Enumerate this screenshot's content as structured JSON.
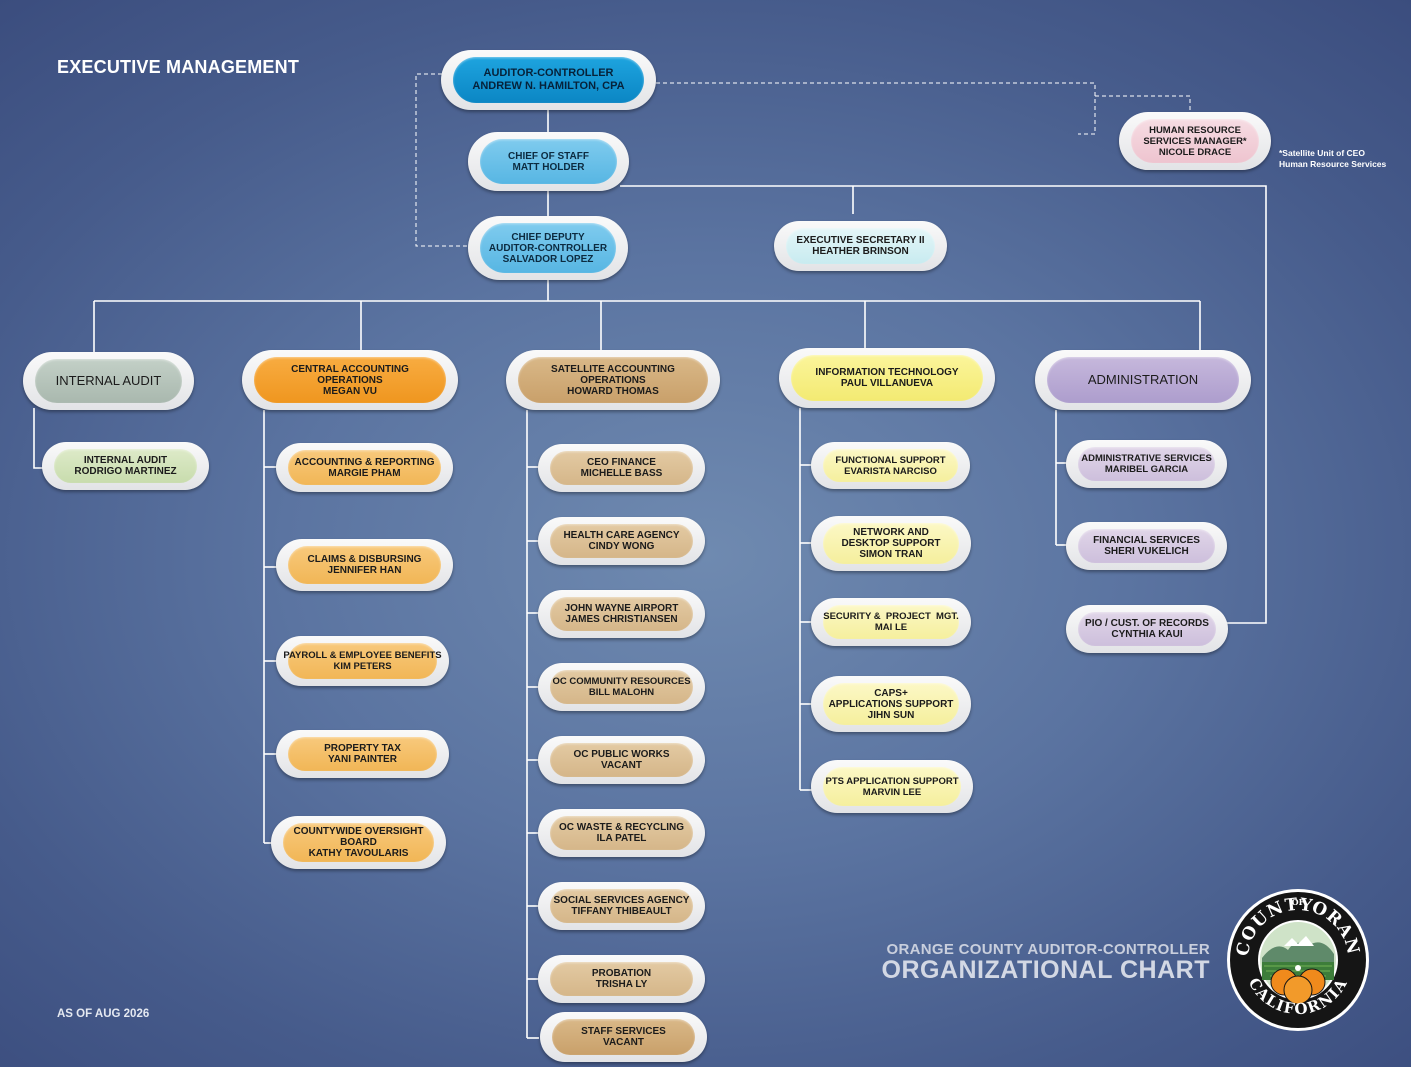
{
  "header": {
    "title": "EXECUTIVE MANAGEMENT"
  },
  "footer": {
    "as_of": "AS OF AUG 2026",
    "title_line1": "ORANGE COUNTY AUDITOR-CONTROLLER",
    "title_line2": "ORGANIZATIONAL CHART"
  },
  "note": {
    "lines": [
      "*Satellite Unit of CEO",
      "Human Resource Services"
    ]
  },
  "seal": {
    "top_text": "COUNTY",
    "of_text": "OF",
    "right_text": "ORANGE",
    "bottom_text": "CALIFORNIA"
  },
  "colors": {
    "background": "#5b74a1",
    "auditor": "#0b86c4",
    "executive": "#57b6e3",
    "central_accounting": "#ef961f",
    "satellite_accounting": "#c9a06a",
    "information_technology": "#f3ea72",
    "administration": "#ad9dcd",
    "internal_audit": "#a9b8ae",
    "connector": "#ffffff"
  },
  "executive": {
    "auditor": [
      "AUDITOR-CONTROLLER",
      "ANDREW N. HAMILTON, CPA"
    ],
    "chief_of_staff": [
      "CHIEF OF STAFF",
      "MATT HOLDER"
    ],
    "chief_deputy": [
      "CHIEF DEPUTY",
      "AUDITOR-CONTROLLER",
      "SALVADOR LOPEZ"
    ],
    "exec_secretary": [
      "EXECUTIVE SECRETARY II",
      "HEATHER BRINSON"
    ],
    "hr_manager": [
      "HUMAN RESOURCE",
      "SERVICES MANAGER*",
      "NICOLE DRACE"
    ]
  },
  "divisions": {
    "internal_audit": {
      "head": [
        "INTERNAL AUDIT"
      ],
      "units": [
        [
          "INTERNAL AUDIT",
          "RODRIGO MARTINEZ"
        ]
      ]
    },
    "central_accounting": {
      "head": [
        "CENTRAL ACCOUNTING",
        "OPERATIONS",
        "MEGAN VU"
      ],
      "units": [
        [
          "ACCOUNTING & REPORTING",
          "MARGIE PHAM"
        ],
        [
          "CLAIMS & DISBURSING",
          "JENNIFER HAN"
        ],
        [
          "PAYROLL & EMPLOYEE BENEFITS",
          "KIM PETERS"
        ],
        [
          "PROPERTY TAX",
          "YANI PAINTER"
        ],
        [
          "COUNTYWIDE OVERSIGHT",
          "BOARD",
          "KATHY TAVOULARIS"
        ]
      ]
    },
    "satellite_accounting": {
      "head": [
        "SATELLITE ACCOUNTING",
        "OPERATIONS",
        "HOWARD THOMAS"
      ],
      "units": [
        [
          "CEO FINANCE",
          "MICHELLE BASS"
        ],
        [
          "HEALTH CARE AGENCY",
          "CINDY WONG"
        ],
        [
          "JOHN WAYNE AIRPORT",
          "JAMES CHRISTIANSEN"
        ],
        [
          "OC COMMUNITY RESOURCES",
          "BILL MALOHN"
        ],
        [
          "OC PUBLIC WORKS",
          "VACANT"
        ],
        [
          "OC WASTE & RECYCLING",
          "ILA PATEL"
        ],
        [
          "SOCIAL SERVICES AGENCY",
          "TIFFANY THIBEAULT"
        ],
        [
          "PROBATION",
          "TRISHA LY"
        ],
        [
          "STAFF SERVICES",
          "VACANT"
        ]
      ]
    },
    "information_technology": {
      "head": [
        "INFORMATION TECHNOLOGY",
        "PAUL VILLANUEVA"
      ],
      "units": [
        [
          "FUNCTIONAL SUPPORT",
          "EVARISTA NARCISO"
        ],
        [
          "NETWORK AND",
          "DESKTOP SUPPORT",
          "SIMON TRAN"
        ],
        [
          "SECURITY &  PROJECT  MGT.",
          "MAI LE"
        ],
        [
          "CAPS+",
          "APPLICATIONS SUPPORT",
          "JIHN SUN"
        ],
        [
          "PTS APPLICATION SUPPORT",
          "MARVIN LEE"
        ]
      ]
    },
    "administration": {
      "head": [
        "ADMINISTRATION"
      ],
      "units": [
        [
          "ADMINISTRATIVE SERVICES",
          "MARIBEL GARCIA"
        ],
        [
          "FINANCIAL SERVICES",
          "SHERI VUKELICH"
        ],
        [
          "PIO / CUST. OF RECORDS",
          "CYNTHIA KAUI"
        ]
      ]
    }
  }
}
